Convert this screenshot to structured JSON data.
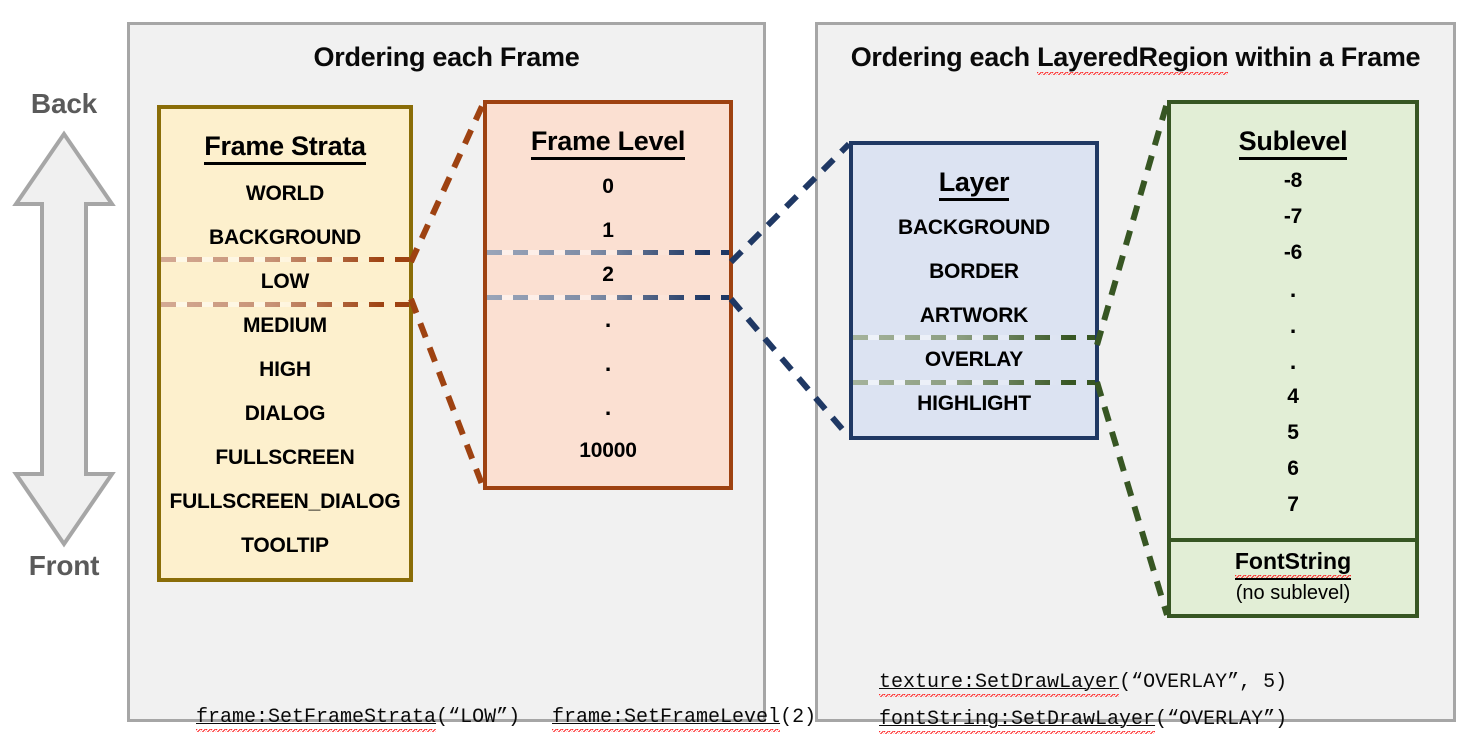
{
  "axis": {
    "back_label": "Back",
    "front_label": "Front",
    "arrow_icon": "double-headed-vertical-arrow",
    "arrow_fill": "#f0f0f0",
    "arrow_stroke": "#a6a6a6"
  },
  "panels": {
    "left": {
      "title": "Ordering each Frame",
      "code_lines": [
        {
          "id": "strata",
          "underlined": "frame:SetFrameStrata",
          "rest": "(“LOW”)",
          "full": "frame:SetFrameStrata(“LOW”)"
        },
        {
          "id": "level",
          "underlined": "frame:SetFrameLevel",
          "rest": "(2)",
          "full": "frame:SetFrameLevel(2)"
        }
      ]
    },
    "right": {
      "title_pre": "Ordering each ",
      "title_sq": "LayeredRegion",
      "title_post": " within a Frame",
      "title_full": "Ordering each LayeredRegion within a Frame",
      "code_lines": [
        {
          "id": "texture",
          "underlined": "texture:SetDrawLayer",
          "rest": "(“OVERLAY”, 5)",
          "full": "texture:SetDrawLayer(“OVERLAY”, 5)"
        },
        {
          "id": "fontstring",
          "underlined": "fontString:SetDrawLayer",
          "rest": "(“OVERLAY”)",
          "full": "fontString:SetDrawLayer(“OVERLAY”)"
        }
      ]
    }
  },
  "boxes": {
    "strata": {
      "title": "Frame Strata",
      "fill": "#fdf0cd",
      "stroke": "#8a6d08",
      "accent": "#9e4211",
      "highlight_row": "LOW",
      "rows": [
        "WORLD",
        "BACKGROUND",
        "LOW",
        "MEDIUM",
        "HIGH",
        "DIALOG",
        "FULLSCREEN",
        "FULLSCREEN_DIALOG",
        "TOOLTIP"
      ]
    },
    "level": {
      "title": "Frame Level",
      "fill": "#fbe0d2",
      "stroke": "#9e4211",
      "accent": "#1f3864",
      "highlight_row": "2",
      "rows": [
        "0",
        "1",
        "2",
        ".",
        ".",
        ".",
        "10000"
      ]
    },
    "layer": {
      "title": "Layer",
      "fill": "#dce3f2",
      "stroke": "#1f3864",
      "accent": "#375623",
      "highlight_row": "OVERLAY",
      "rows": [
        "BACKGROUND",
        "BORDER",
        "ARTWORK",
        "OVERLAY",
        "HIGHLIGHT"
      ]
    },
    "sublevel": {
      "title": "Sublevel",
      "fill": "#e2eed6",
      "stroke": "#375623",
      "rows": [
        "-8",
        "-7",
        "-6",
        ".",
        ".",
        ".",
        "4",
        "5",
        "6",
        "7"
      ],
      "footer_title": "FontString",
      "footer_note": "(no sublevel)"
    }
  },
  "connectors": [
    {
      "name": "strata-to-level",
      "color": "#9e4211"
    },
    {
      "name": "level-to-layer",
      "color": "#1f3864"
    },
    {
      "name": "layer-to-sublevel",
      "color": "#375623"
    }
  ]
}
